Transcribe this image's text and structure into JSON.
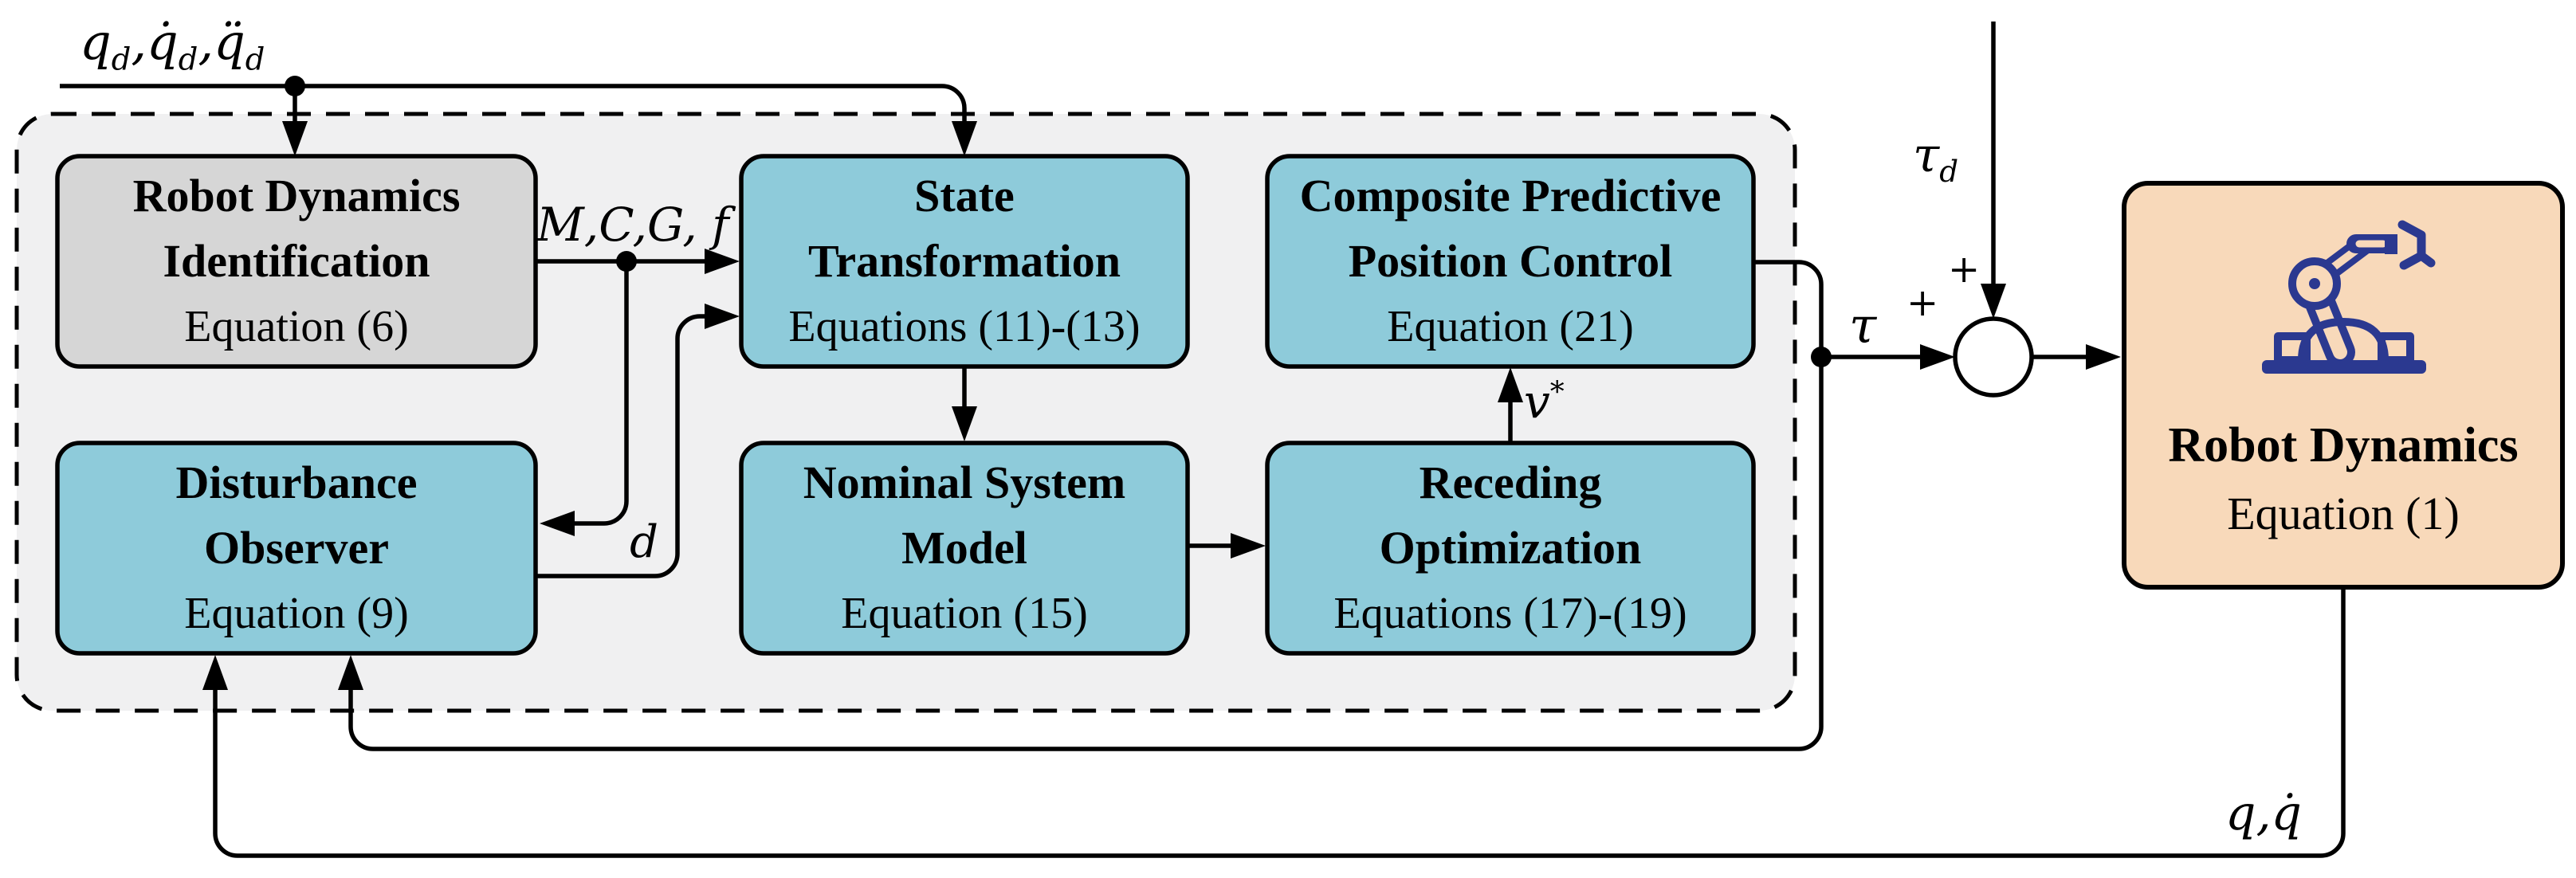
{
  "diagram": {
    "colors": {
      "container_fill": "#f0f0f1",
      "block_blue": "#8ecbda",
      "block_gray": "#d6d6d6",
      "plant_peach": "#f8d9ba",
      "icon_navy": "#2b3990",
      "line_black": "#000000",
      "circle_fill": "#ffffff"
    },
    "blocks": {
      "rdi": {
        "lines": [
          "Robot Dynamics",
          "Identification"
        ],
        "equation": "Equation (6)"
      },
      "st": {
        "lines": [
          "State",
          "Transformation"
        ],
        "equation": "Equations (11)-(13)"
      },
      "cppc": {
        "lines": [
          "Composite Predictive",
          "Position Control"
        ],
        "equation": "Equation (21)"
      },
      "do": {
        "lines": [
          "Disturbance",
          "Observer"
        ],
        "equation": "Equation (9)"
      },
      "nsm": {
        "lines": [
          "Nominal System",
          "Model"
        ],
        "equation": "Equation (15)"
      },
      "ro": {
        "lines": [
          "Receding",
          "Optimization"
        ],
        "equation": "Equations (17)-(19)"
      },
      "rd": {
        "lines": [
          "Robot Dynamics"
        ],
        "equation": "Equation (1)",
        "icon": "robot-arm-icon"
      }
    },
    "signals": {
      "desired": {
        "p1": {
          "base": "q",
          "sub": "d"
        },
        "p2": {
          "base": "q̇",
          "sub": "d"
        },
        "p3": {
          "base": "q̈",
          "sub": "d"
        },
        "sep": ","
      },
      "identified_terms": "M,C,G, f",
      "disturbance_estimate": "d",
      "virtual_control": {
        "base": "v",
        "sup": "*"
      },
      "control_torque": "τ",
      "disturbance_torque": {
        "base": "τ",
        "sub": "d"
      },
      "measured_state": "q,q̇",
      "sum_plus_left": "+",
      "sum_plus_top": "+"
    }
  }
}
